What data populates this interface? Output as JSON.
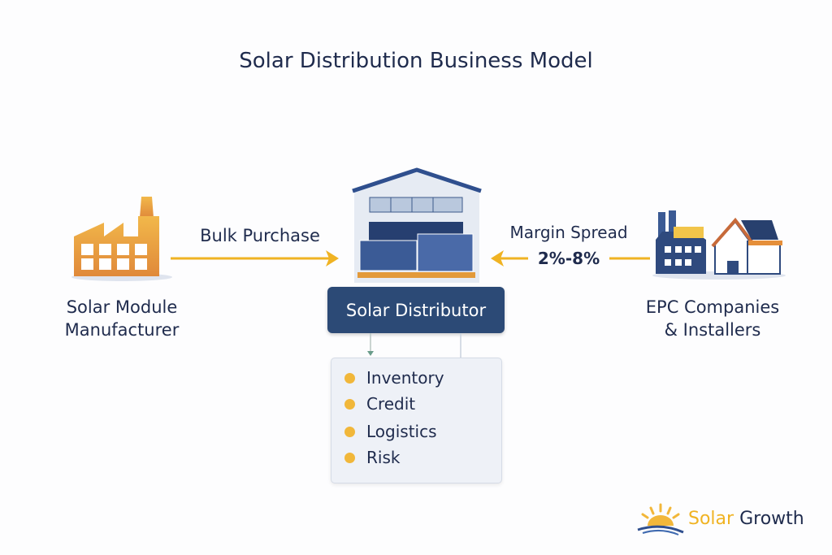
{
  "title": "Solar  Distribution Business Model",
  "manufacturer": {
    "line1": "Solar Module",
    "line2": "Manufacturer",
    "icon": "factory-icon"
  },
  "left_arrow": {
    "label": "Bulk Purchase"
  },
  "distributor": {
    "label": "Solar Distributor",
    "icon": "warehouse-icon"
  },
  "right_arrow": {
    "label": "Margin Spread",
    "value": "2%-8%"
  },
  "customers": {
    "line1": "EPC Companies",
    "line2": "& Installers",
    "icon": "factory-house-icon"
  },
  "functions": [
    "Inventory",
    "Credit",
    "Logistics",
    "Risk"
  ],
  "logo": {
    "word1": "Solar",
    "word2": "Growth"
  },
  "colors": {
    "navy": "#2c4a76",
    "yellow": "#f0b323",
    "orange": "#e59a35"
  }
}
